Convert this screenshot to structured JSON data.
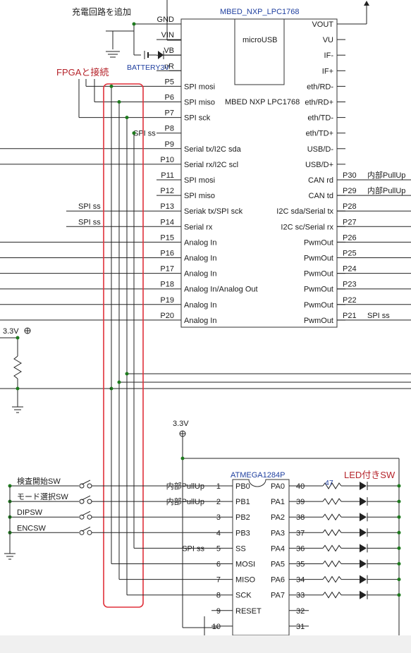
{
  "notes": {
    "charge": "充電回路を追加",
    "fpga": "FPGAと接続",
    "led": "LED付きSW"
  },
  "mbed": {
    "title": "MBED_NXP_LPC1768",
    "center_label": "microUSB",
    "part_label": "MBED NXP LPC1768",
    "left_pins": [
      {
        "pin": "GND",
        "func": ""
      },
      {
        "pin": "VIN",
        "func": ""
      },
      {
        "pin": "VB",
        "func": ""
      },
      {
        "pin": "nR",
        "func": ""
      },
      {
        "pin": "P5",
        "func": "SPI mosi"
      },
      {
        "pin": "P6",
        "func": "SPI miso"
      },
      {
        "pin": "P7",
        "func": "SPI sck"
      },
      {
        "pin": "P8",
        "func": ""
      },
      {
        "pin": "P9",
        "func": "Serial tx/I2C sda"
      },
      {
        "pin": "P10",
        "func": "Serial rx/I2C scl"
      },
      {
        "pin": "P11",
        "func": "SPI mosi"
      },
      {
        "pin": "P12",
        "func": "SPI miso"
      },
      {
        "pin": "P13",
        "func": "Seriak tx/SPI sck"
      },
      {
        "pin": "P14",
        "func": "Serial rx"
      },
      {
        "pin": "P15",
        "func": "Analog In"
      },
      {
        "pin": "P16",
        "func": "Analog In"
      },
      {
        "pin": "P17",
        "func": "Analog In"
      },
      {
        "pin": "P18",
        "func": "Analog In/Analog Out"
      },
      {
        "pin": "P19",
        "func": "Analog In"
      },
      {
        "pin": "P20",
        "func": "Analog In"
      }
    ],
    "right_pins": [
      {
        "func": "VOUT",
        "pin": ""
      },
      {
        "func": "VU",
        "pin": ""
      },
      {
        "func": "IF-",
        "pin": ""
      },
      {
        "func": "IF+",
        "pin": ""
      },
      {
        "func": "eth/RD-",
        "pin": ""
      },
      {
        "func": "eth/RD+",
        "pin": ""
      },
      {
        "func": "eth/TD-",
        "pin": ""
      },
      {
        "func": "eth/TD+",
        "pin": ""
      },
      {
        "func": "USB/D-",
        "pin": ""
      },
      {
        "func": "USB/D+",
        "pin": ""
      },
      {
        "func": "CAN rd",
        "pin": "P30"
      },
      {
        "func": "CAN td",
        "pin": "P29"
      },
      {
        "func": "I2C sda/Serial tx",
        "pin": "P28"
      },
      {
        "func": "I2C sc/Serial rx",
        "pin": "P27"
      },
      {
        "func": "PwmOut",
        "pin": "P26"
      },
      {
        "func": "PwmOut",
        "pin": "P25"
      },
      {
        "func": "PwmOut",
        "pin": "P24"
      },
      {
        "func": "PwmOut",
        "pin": "P23"
      },
      {
        "func": "PwmOut",
        "pin": "P22"
      },
      {
        "func": "PwmOut",
        "pin": "P21"
      }
    ],
    "right_net_labels": {
      "p30": "内部PullUp",
      "p29": "内部PullUp",
      "p21": "SPI ss"
    },
    "left_net_labels": {
      "p8": "SPI ss",
      "p13": "SPI ss",
      "p14": "SPI ss"
    }
  },
  "battery_label": "BATTERY3V",
  "vcc_labels": [
    "3.3V",
    "3.3V"
  ],
  "atmega": {
    "title": "ATMEGA1284P",
    "left_pins": [
      {
        "num": "1",
        "name": "PB0",
        "net": "内部PullUp"
      },
      {
        "num": "2",
        "name": "PB1",
        "net": "内部PullUp"
      },
      {
        "num": "3",
        "name": "PB2",
        "net": ""
      },
      {
        "num": "4",
        "name": "PB3",
        "net": ""
      },
      {
        "num": "5",
        "name": "SS",
        "net": "SPI ss"
      },
      {
        "num": "6",
        "name": "MOSI",
        "net": ""
      },
      {
        "num": "7",
        "name": "MISO",
        "net": ""
      },
      {
        "num": "8",
        "name": "SCK",
        "net": ""
      },
      {
        "num": "9",
        "name": "RESET",
        "net": ""
      },
      {
        "num": "10",
        "name": "",
        "net": ""
      }
    ],
    "right_pins": [
      {
        "num": "40",
        "name": "PA0"
      },
      {
        "num": "39",
        "name": "PA1"
      },
      {
        "num": "38",
        "name": "PA2"
      },
      {
        "num": "37",
        "name": "PA3"
      },
      {
        "num": "36",
        "name": "PA4"
      },
      {
        "num": "35",
        "name": "PA5"
      },
      {
        "num": "34",
        "name": "PA6"
      },
      {
        "num": "33",
        "name": "PA7"
      },
      {
        "num": "32",
        "name": ""
      },
      {
        "num": "31",
        "name": ""
      }
    ]
  },
  "switches": [
    "検査開始SW",
    "モード選択SW",
    "DIPSW",
    "ENCSW"
  ],
  "resistor_value": "47"
}
